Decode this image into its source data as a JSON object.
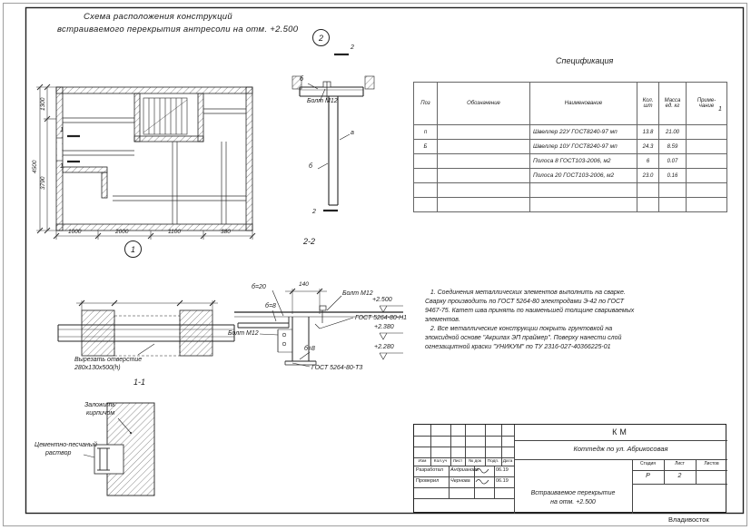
{
  "sheet": {
    "city": "Владивосток"
  },
  "header": {
    "title_line1": "Схема расположения конструкций",
    "title_line2": "встраиваемого перекрытия антресоли на отм. +2.500",
    "callout_2": "2",
    "callout_1": "1",
    "section22_caption": "2-2",
    "section11_caption": "1-1"
  },
  "plan": {
    "dim_total_height": "4500",
    "dim_height_lower": "3790",
    "dim_height_upper": "1300",
    "dims_bottom": [
      "1000",
      "2000",
      "1100",
      "380"
    ],
    "section_flag_top": "1",
    "section_flag_bottom": "1"
  },
  "section22": {
    "flag_top": "2",
    "flag_bottom": "2",
    "bolt_label": "Болт М12",
    "weld_letter_b_top": "б",
    "weld_letter_a": "а",
    "weld_letter_b_bottom": "б"
  },
  "spec": {
    "title": "Спецификация",
    "corner_mark": "1",
    "headers": {
      "pos": "Поз",
      "designation": "Обозначение",
      "name": "Наименование",
      "qty1": "Кол.",
      "qty2": "шт",
      "mass1": "Масса",
      "mass2": "ед. кг",
      "note1": "Приме-",
      "note2": "чание"
    },
    "rows": [
      {
        "pos": "п",
        "designation": "",
        "name": "Швеллер 22У ГОСТ8240-97  мп",
        "qty": "13.8",
        "mass": "21.00",
        "note": ""
      },
      {
        "pos": "Б",
        "designation": "",
        "name": "Швеллер 10У ГОСТ8240-97  мп",
        "qty": "24.3",
        "mass": "8.59",
        "note": ""
      },
      {
        "pos": "",
        "designation": "",
        "name": "Полоса 8  ГОСТ103-2006, м2",
        "qty": "6",
        "mass": "0.07",
        "note": ""
      },
      {
        "pos": "",
        "designation": "",
        "name": "Полоса 20  ГОСТ103-2006, м2",
        "qty": "23.0",
        "mass": "0.16",
        "note": ""
      },
      {
        "pos": "",
        "designation": "",
        "name": "",
        "qty": "",
        "mass": "",
        "note": ""
      },
      {
        "pos": "",
        "designation": "",
        "name": "",
        "qty": "",
        "mass": "",
        "note": ""
      }
    ]
  },
  "detail11": {
    "hole_note_line1": "Вырезать отверстие",
    "hole_note_line2": "280х130х500(h)"
  },
  "node": {
    "b20": "б=20",
    "dim140": "140",
    "bolt_top": "Болт М12",
    "elev_top": "+2.500",
    "weld_n1": "ГОСТ 5264-80-Н1",
    "b8_mid": "б=8",
    "bolt_left": "Болт М12",
    "elev_mid": "+2.380",
    "b8_low": "б=8",
    "elev_low": "+2.280",
    "weld_t3": "ГОСТ 5264-80-Т3"
  },
  "notes_text": "   1. Соединения металлических элементов выполнить на сварке.\nСварку производить по ГОСТ 5264-80 электродами Э-42 по ГОСТ\n9467-75. Катет шва принять по наименьшей толщине свариваемых\nэлементов.\n   2. Все металлические конструкции покрыть грунтовкой на\nэпоксидной основе \"Акрилах ЭП праймер\". Поверху нанести слой\nогнезащитной краски \"УНИКУМ\" по ТУ 2316-027-40366225-01",
  "masonry": {
    "brick1": "Заложить",
    "brick2": "кирпичом",
    "mortar1": "Цементно-песчаный",
    "mortar2": "раствор"
  },
  "title_block": {
    "code": "КМ",
    "project": "Коттедж по ул. Абрикосовая",
    "cols": [
      "Изм",
      "Кол.уч",
      "Лист",
      "№ док",
      "Подп.",
      "Дата"
    ],
    "developed_label": "Разработал",
    "developed_name": "Андрианова",
    "developed_date": "06.19",
    "checked_label": "Проверил",
    "checked_name": "Чернова",
    "checked_date": "06.19",
    "stage_label": "Стадия",
    "sheet_label": "Лист",
    "sheets_label": "Листов",
    "stage_value": "Р",
    "sheet_value": "2",
    "doc_title_line1": "Встраиваемое перекрытие",
    "doc_title_line2": "на отм. +2.500"
  }
}
